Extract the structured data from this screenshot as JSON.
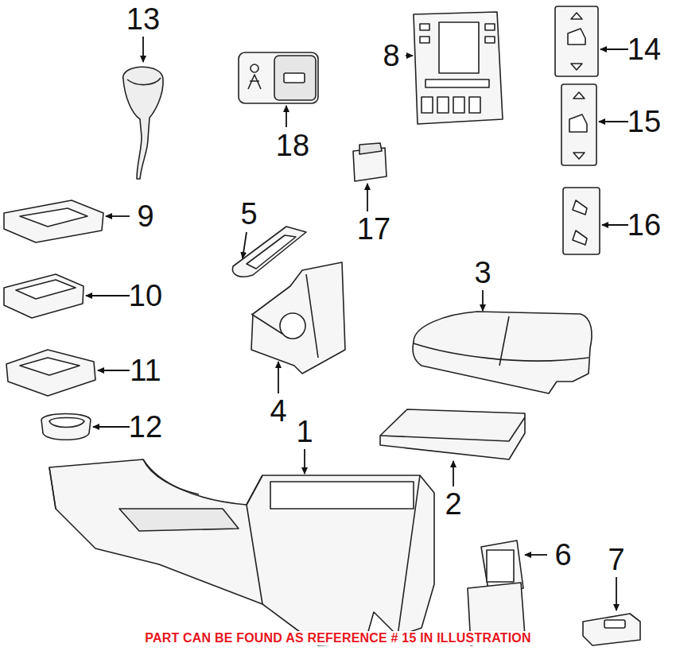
{
  "diagram": {
    "labels": [
      "13",
      "8",
      "14",
      "18",
      "15",
      "5",
      "17",
      "16",
      "9",
      "3",
      "10",
      "11",
      "4",
      "12",
      "1",
      "2",
      "6",
      "7",
      "PART CAN BE FOUND AS REFERENCE # 15 IN ILLUSTRATION"
    ]
  }
}
